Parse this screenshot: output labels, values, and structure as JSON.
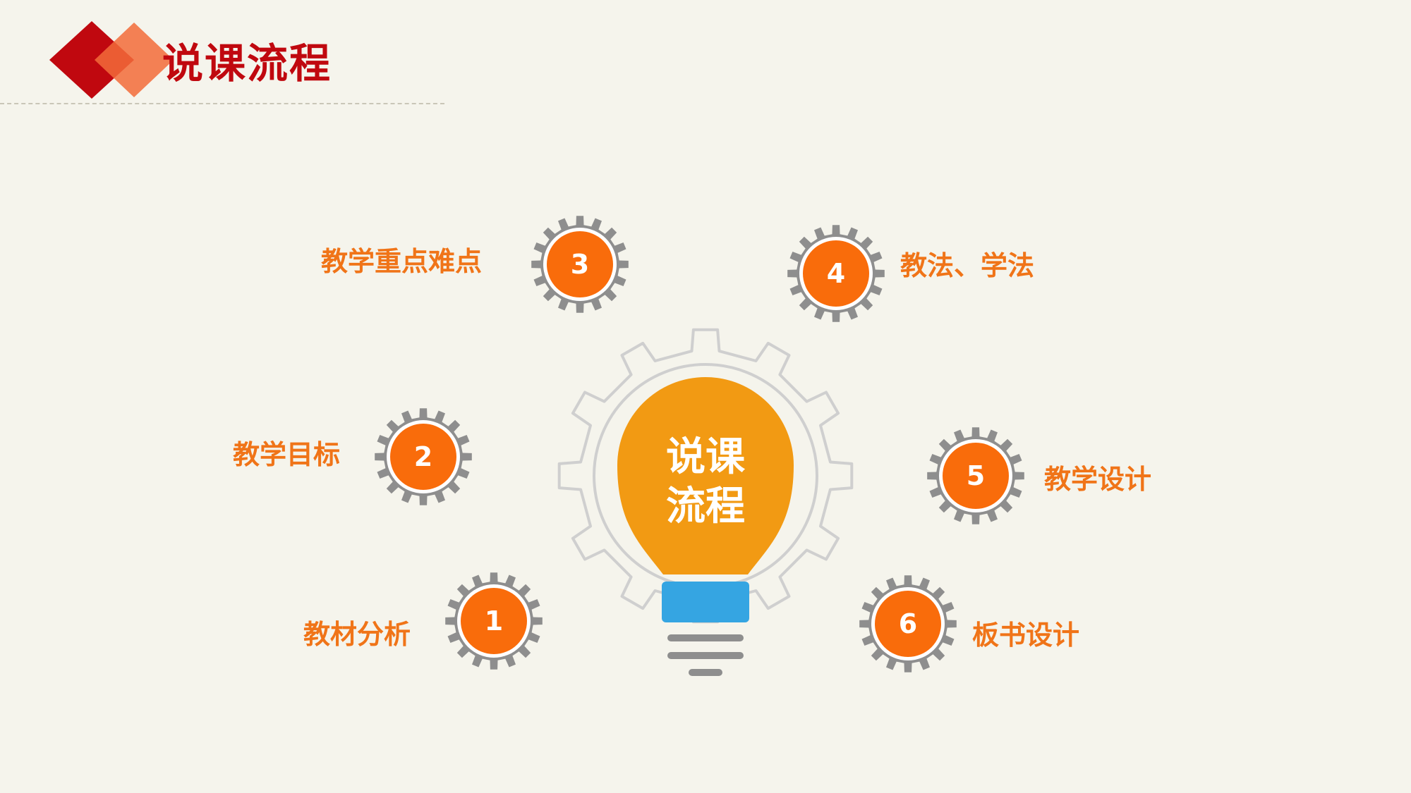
{
  "header": {
    "title": "说课流程",
    "colors": {
      "title": "#c0080f",
      "accent_dark": "#c0080f",
      "accent_light": "#f26b3a"
    }
  },
  "bulb": {
    "line1": "说课",
    "line2": "流程",
    "colors": {
      "bulb": "#f29a13",
      "socket": "#35a5e2",
      "base": "#8e8e8e",
      "gear_outline": "#cfcfcf"
    }
  },
  "steps": [
    {
      "number": "1",
      "label": "教材分析"
    },
    {
      "number": "2",
      "label": "教学目标"
    },
    {
      "number": "3",
      "label": "教学重点难点"
    },
    {
      "number": "4",
      "label": "教法、学法"
    },
    {
      "number": "5",
      "label": "教学设计"
    },
    {
      "number": "6",
      "label": "板书设计"
    }
  ],
  "colors": {
    "step_circle": "#f96c0b",
    "gear": "#8e8e8e",
    "label": "#f07418",
    "background": "#f5f4ec"
  }
}
